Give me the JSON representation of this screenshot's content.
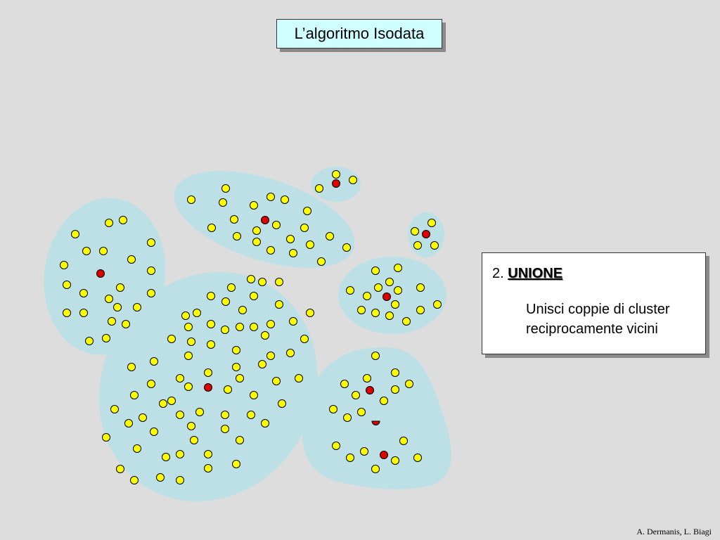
{
  "title": "L’algoritmo Isodata",
  "step": {
    "number": "2.",
    "name": "UNIONE",
    "description_lines": [
      "Unisci coppie di cluster",
      "reciprocamente vicini"
    ]
  },
  "credit": "A. Dermanis, L. Biagi",
  "colors": {
    "background": "#dddddd",
    "cluster_fill": "#bde0e6",
    "sample_point": "#ffff00",
    "cluster_center": "#dd0000",
    "title_fill": "#cfffff"
  }
}
